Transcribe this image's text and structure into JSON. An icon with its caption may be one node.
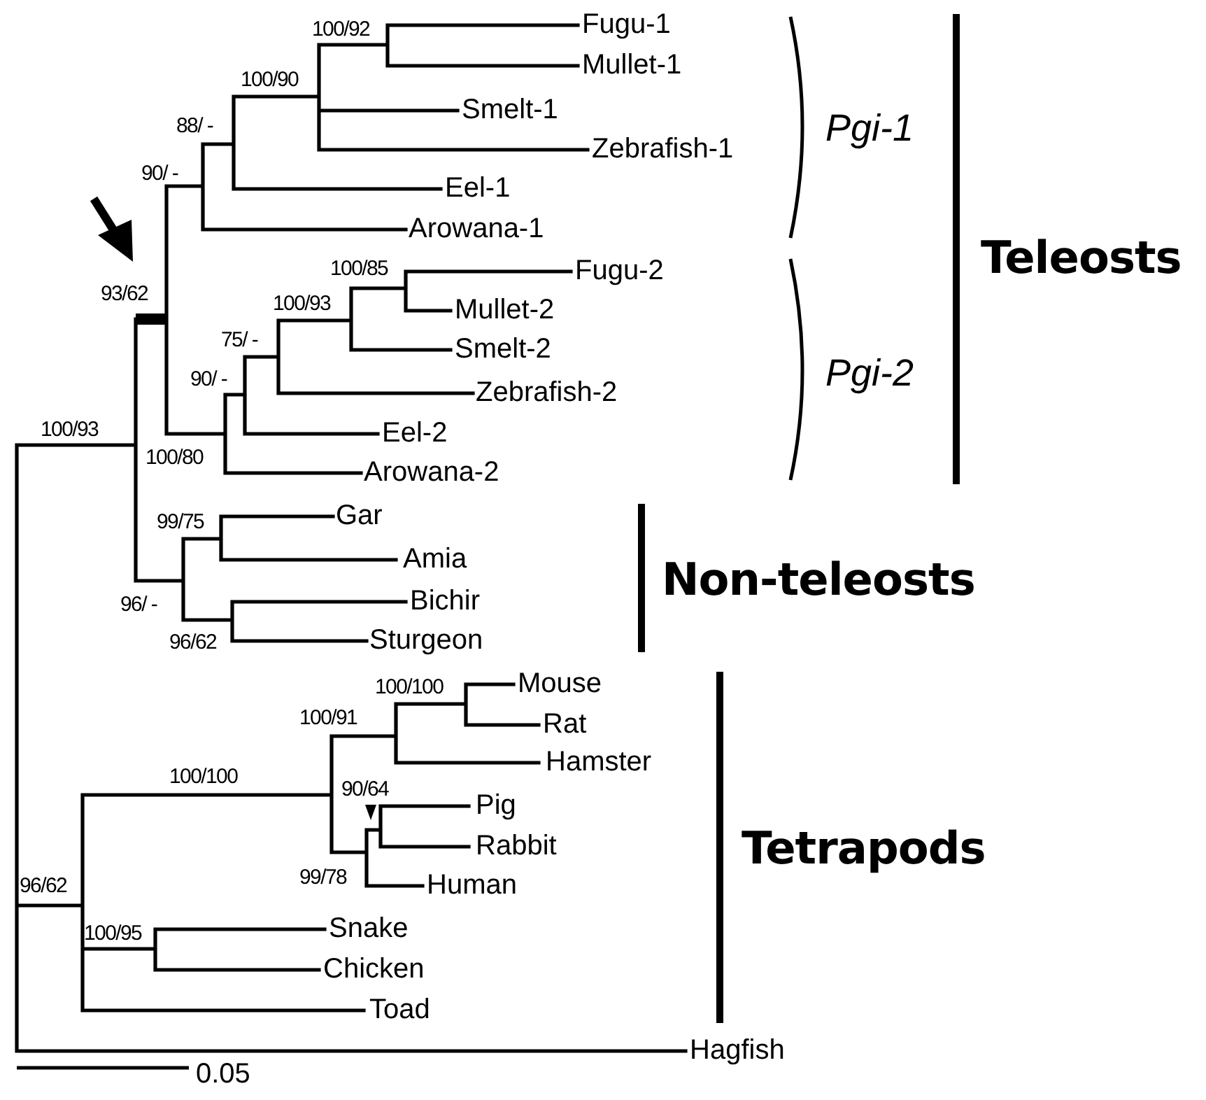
{
  "diagram": {
    "labels": [
      "100/92",
      "Fugu-1",
      "Mullet-1",
      "100/90",
      "Smelt-1",
      "Pgi-1",
      "88/ -",
      "Zebrafish-1",
      "90/ -",
      "Eel-1",
      "Arowana-1",
      "Teleosts",
      "100/85",
      "Fugu-2",
      "93/62",
      "100/93",
      "Mullet-2",
      "75/ -",
      "Smelt-2",
      "Pgi-2",
      "90/ -",
      "Zebrafish-2",
      "100/93",
      "Eel-2",
      "100/80",
      "Arowana-2",
      "99/75",
      "Gar",
      "Amia",
      "Non-teleosts",
      "96/ -",
      "Bichir",
      "96/62",
      "Sturgeon",
      "100/100",
      "Mouse",
      "Rat",
      "100/91",
      "Hamster",
      "100/100",
      "90/64",
      "Pig",
      "Rabbit",
      "Tetrapods",
      "99/78",
      "Human",
      "96/62",
      "100/95",
      "Snake",
      "Chicken",
      "Toad",
      "Hagfish",
      "0.05"
    ]
  }
}
